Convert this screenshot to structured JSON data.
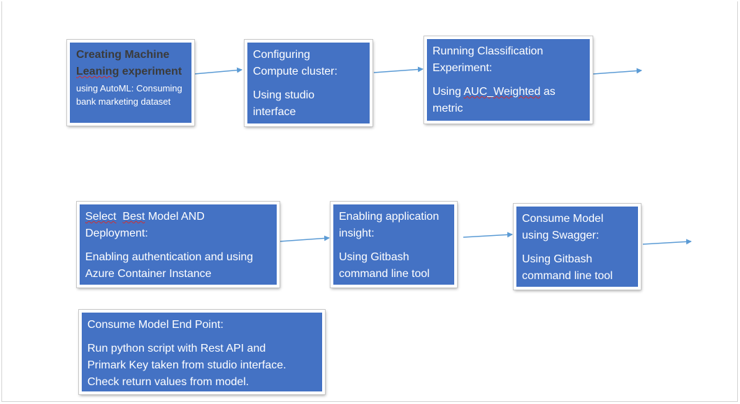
{
  "nodes": {
    "n1": {
      "title_line1": "Creating Machine",
      "title_line2_word": "Leaning",
      "title_line2_rest": " experiment",
      "detail_line1": "using AutoML: Consuming",
      "detail_line2": "bank marketing dataset"
    },
    "n2": {
      "line1": "Configuring",
      "line2": "Compute cluster:",
      "sub_line1": "Using studio",
      "sub_line2": "interface"
    },
    "n3": {
      "line1": "Running Classification",
      "line2": "Experiment:",
      "sub_prefix": "Using ",
      "sub_word": "AUC_Weighted",
      "sub_suffix": " as",
      "sub_line2": "metric"
    },
    "n4": {
      "line1_word1": "Select",
      "line1_word2": "Best",
      "line1_rest": " Model  AND",
      "line2": "Deployment:",
      "sub_line1": "Enabling authentication and using",
      "sub_line2": "Azure Container Instance"
    },
    "n5": {
      "line1": "Enabling application",
      "line2": "insight:",
      "sub_line1": "Using Gitbash",
      "sub_line2": "command line tool"
    },
    "n6": {
      "line1": "Consume Model",
      "line2": "using Swagger:",
      "sub_line1": "Using Gitbash",
      "sub_line2": "command line tool"
    },
    "n7": {
      "line1": "Consume Model End Point:",
      "sub_line1": "Run python script with Rest  API and",
      "sub_line2": "Primark Key taken from studio interface.",
      "sub_line3": "Check return values from model."
    }
  },
  "colors": {
    "box_fill": "#4472c4",
    "arrow": "#5b9bd5",
    "text": "#ffffff",
    "spell_underline": "#d03030"
  }
}
